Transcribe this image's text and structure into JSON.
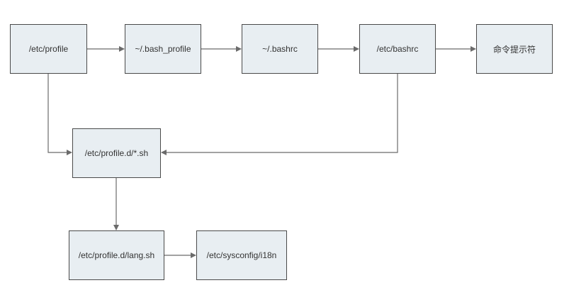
{
  "nodes": {
    "etc_profile": "/etc/profile",
    "bash_profile": "~/.bash_profile",
    "bashrc": "~/.bashrc",
    "etc_bashrc": "/etc/bashrc",
    "prompt": "命令提示符",
    "profile_d": "/etc/profile.d/*.sh",
    "lang_sh": "/etc/profile.d/lang.sh",
    "i18n": "/etc/sysconfig/i18n"
  },
  "colors": {
    "box_fill": "#e8eef2",
    "box_border": "#4a4a4a",
    "connector": "#6b6b6b",
    "text": "#333333"
  }
}
